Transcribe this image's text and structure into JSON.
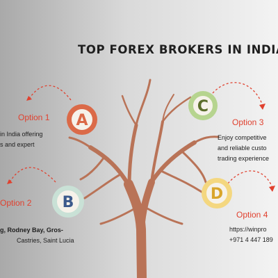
{
  "title": "TOP FOREX BROKERS IN INDIA",
  "colors": {
    "trunk": "#b97357",
    "accent_red": "#e0412f",
    "circle_a": "#db6a48",
    "circle_b": "#c9e1d6",
    "circle_c": "#b6d48f",
    "circle_d": "#f4d780"
  },
  "options": [
    {
      "letter": "A",
      "label": "Option 1",
      "lines": [
        "in India offering",
        "s and expert"
      ]
    },
    {
      "letter": "B",
      "label": "Option 2",
      "lines": [
        "g, Rodney Bay, Gros-",
        "Castries, Saint Lucia"
      ]
    },
    {
      "letter": "C",
      "label": "Option 3",
      "lines": [
        "Enjoy competitive",
        "and reliable custo",
        "trading experience"
      ]
    },
    {
      "letter": "D",
      "label": "Option 4",
      "lines": [
        "https://winpro",
        "+971 4 447 189"
      ]
    }
  ]
}
